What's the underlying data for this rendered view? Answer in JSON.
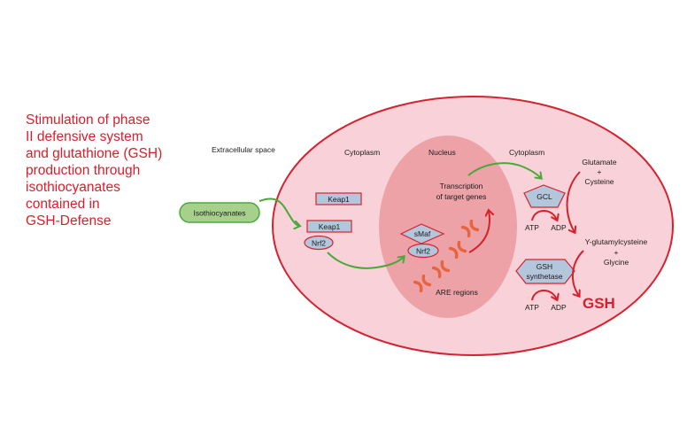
{
  "title_lines": [
    "Stimulation of phase",
    "II defensive system",
    "and glutathione (GSH)",
    "production through",
    "isothiocyanates",
    "contained in",
    "GSH-Defense"
  ],
  "labels": {
    "extracellular": "Extracellular space",
    "cytoplasm_left": "Cytoplasm",
    "nucleus": "Nucleus",
    "cytoplasm_right": "Cytoplasm",
    "isothiocyanates": "Isothiocyanates",
    "keap1_free": "Keap1",
    "keap1_bound": "Keap1",
    "nrf2_cyto": "Nrf2",
    "smaf": "sMaf",
    "nrf2_nuc": "Nrf2",
    "transcription_1": "Transcription",
    "transcription_2": "of target genes",
    "are_regions": "ARE regions",
    "gcl": "GCL",
    "atp_1": "ATP",
    "adp_1": "ADP",
    "glutamate": "Glutamate",
    "plus_1": "+",
    "cysteine": "Cysteine",
    "glutamylcysteine": "Y-glutamylcysteine",
    "plus_2": "+",
    "glycine": "Glycine",
    "gsh_synthetase_1": "GSH",
    "gsh_synthetase_2": "synthetase",
    "atp_2": "ATP",
    "adp_2": "ADP",
    "gsh": "GSH"
  },
  "colors": {
    "title_red": "#d7202c",
    "cell_fill": "#f8d2d8",
    "cell_border": "#d42330",
    "nucleus_fill": "#eda2a8",
    "protein_fill": "#b4c6dc",
    "protein_border": "#d42330",
    "green_arrow": "#4aa83a",
    "red_arrow": "#d7202c",
    "chromosome": "#e8643c",
    "isothiocyanate_fill": "#a8d08d",
    "isothiocyanate_border": "#4aa83a"
  }
}
